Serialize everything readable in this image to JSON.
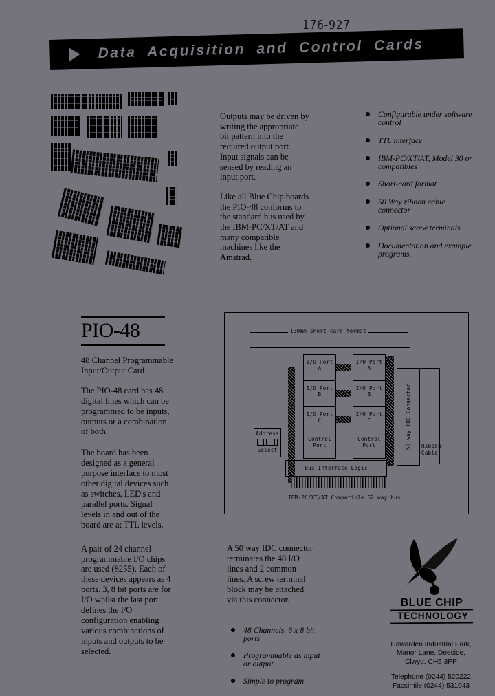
{
  "handwritten_note": "176-927",
  "banner": {
    "icon": "play-triangle-icon",
    "title": "Data Acquisition and Control Cards"
  },
  "intro": {
    "paragraphs": [
      "Outputs may be driven by writing the appropriate bit pattern into the required output port. Input signals can be sensed by reading an input port.",
      "Like all Blue Chip boards the PIO-48 conforms to the standard bus used by the IBM-PC/XT/AT and many compatible machines like the Amstrad."
    ]
  },
  "features": [
    "Configurable under software control",
    "TTL interface",
    "IBM-PC/XT/AT, Model 30 or compatibles",
    "Short-card format",
    "50 Way ribbon cable connector",
    "Optional screw terminals",
    "Documentation and example programs."
  ],
  "product": {
    "name": "PIO-48",
    "subtitle": "48 Channel Programmable Input/Output Card",
    "paragraphs": [
      "The PIO-48 card has 48 digital lines which can be programmed to be inputs, outputs or a combination of both.",
      "The board has been designed as a general purpose interface to most other digital devices such as switches, LED's and parallel ports. Signal levels in and out of the board are at TTL levels.",
      "A pair of 24 channel programmable I/O chips are used (8255). Each of these devices appears as 4 ports. 3, 8 bit ports are for I/O whilst the last port defines the I/O configuration enabling various combinations of inputs and outputs to be selected."
    ]
  },
  "diagram": {
    "dimension_label": "130mm short-card format",
    "ports_left": [
      "I/O Port A",
      "I/O Port B",
      "I/O Port C",
      "Control Port"
    ],
    "ports_right": [
      "I/O Port A",
      "I/O Port B",
      "I/O Port C",
      "Control Port"
    ],
    "address_block": [
      "Address",
      "Select"
    ],
    "bus_logic": "Bus Interface Logic",
    "connector": "50 way IDC Connector",
    "ribbon": [
      "Ribbon",
      "Cable"
    ],
    "bus_caption": "IBM-PC/XT/AT Compatible 62 way bus"
  },
  "connector_text": "A 50 way IDC connector terminates the 48 I/O lines and 2 common lines. A screw terminal block may be attached via this connector.",
  "features2": [
    "48 Channels. 6 x 8 bit ports",
    "Programmable as input or output",
    "Simple to program"
  ],
  "company": {
    "logo": "kingfisher-bird-logo",
    "name_line1": "BLUE CHIP",
    "name_line2": "TECHNOLOGY",
    "address": [
      "Hawarden Industrial Park,",
      "Manor Lane, Deeside,",
      "Clwyd. CH5 3PP"
    ],
    "telephone": "Telephone (0244) 520222",
    "facsimile": "Facsimile (0244) 531043"
  }
}
